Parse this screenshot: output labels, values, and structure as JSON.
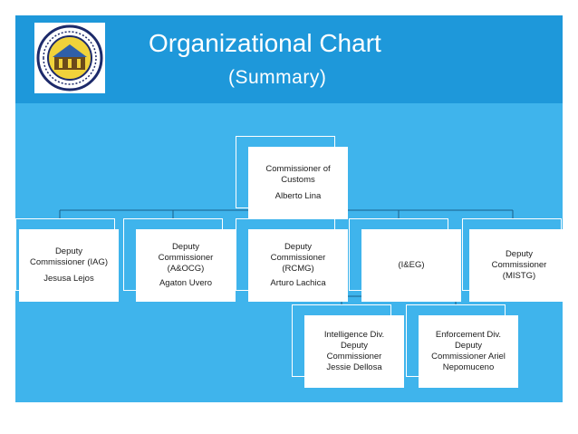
{
  "header": {
    "title": "Organizational Chart",
    "subtitle": "(Summary)",
    "logo": {
      "name": "department-of-finance-bureau-of-customs-seal",
      "text_top": "DEPARTMENT OF FINANCE",
      "text_bottom": "BUREAU OF CUSTOMS"
    }
  },
  "colors": {
    "header_band": "#1e98da",
    "content_band": "#3fb4ec",
    "box_fill": "#ffffff",
    "box_outline": "#ffffff",
    "text": "#1c1c1c"
  },
  "chart": {
    "root": {
      "title_line1": "Commissioner of",
      "title_line2": "Customs",
      "name": "Alberto Lina"
    },
    "deputies": [
      {
        "line1": "Deputy",
        "line2": "Commissioner (IAG)",
        "name": "Jesusa Lejos"
      },
      {
        "line1": "Deputy",
        "line2": "Commissioner",
        "line3": "(A&OCG)",
        "name": "Agaton Uvero"
      },
      {
        "line1": "Deputy",
        "line2": "Commissioner",
        "line3": "(RCMG)",
        "name": "Arturo Lachica"
      },
      {
        "line1": "(I&EG)"
      },
      {
        "line1": "Deputy",
        "line2": "Commissioner",
        "line3": "(MISTG)"
      }
    ],
    "ieg_children": [
      {
        "line1": "Intelligence Div.",
        "line2": "Deputy",
        "line3": "Commissioner",
        "line4": "Jessie Dellosa"
      },
      {
        "line1": "Enforcement Div.",
        "line2": "Deputy",
        "line3": "Commissioner Ariel",
        "line4": "Nepomuceno"
      }
    ]
  }
}
